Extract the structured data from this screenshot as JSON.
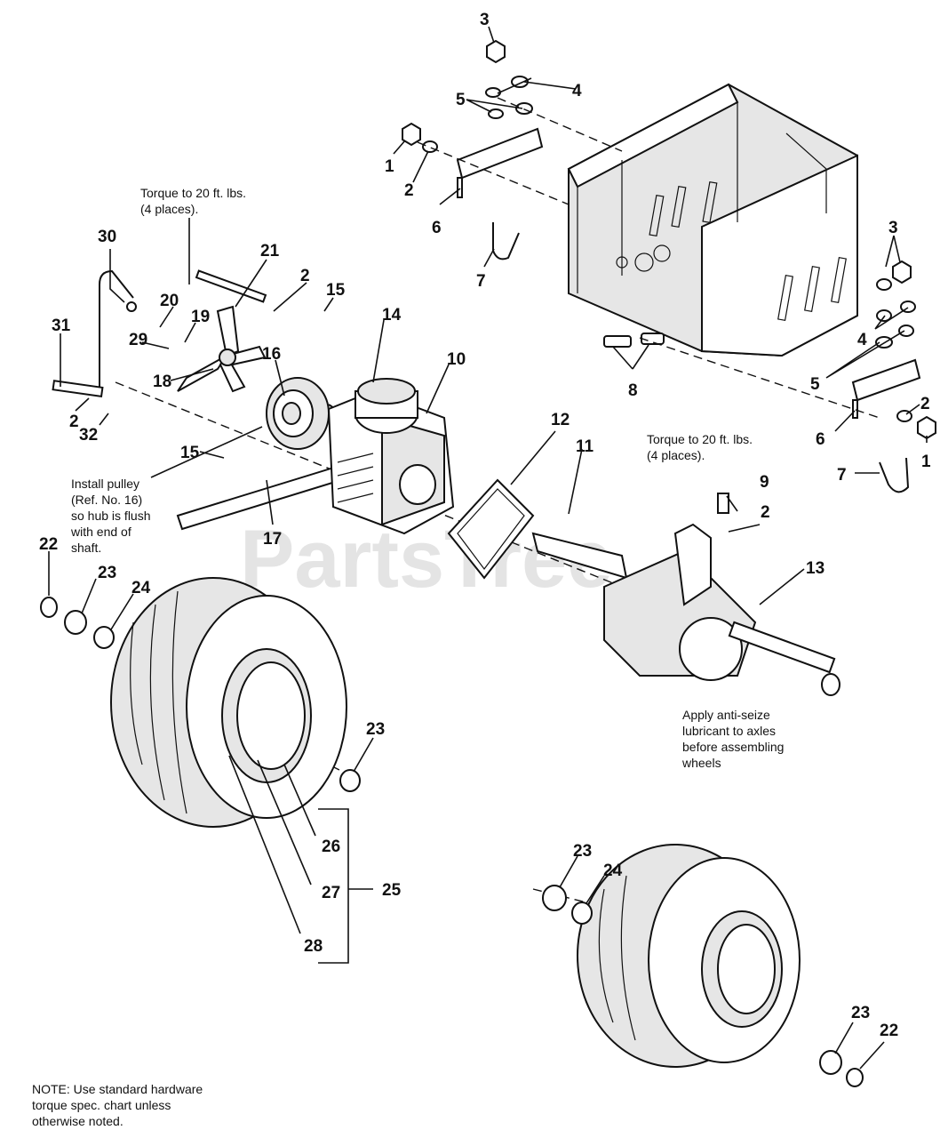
{
  "watermark": "PartsTree",
  "notes": {
    "torque_top": "Torque to 20 ft. lbs.\n(4 places).",
    "torque_right": "Torque to 20 ft. lbs.\n(4 places).",
    "install_pulley": "Install pulley\n(Ref. No. 16)\nso hub is flush\nwith end of\nshaft.",
    "anti_seize": "Apply anti-seize\nlubricant to axles\nbefore assembling\nwheels",
    "footer": "NOTE: Use standard hardware\ntorque spec. chart unless\notherwise noted."
  },
  "callouts": {
    "c1a": "1",
    "c1b": "1",
    "c2a": "2",
    "c2b": "2",
    "c2c": "2",
    "c2d": "2",
    "c2e": "2",
    "c3a": "3",
    "c3b": "3",
    "c4a": "4",
    "c4b": "4",
    "c5a": "5",
    "c5b": "5",
    "c6a": "6",
    "c6b": "6",
    "c7a": "7",
    "c7b": "7",
    "c8": "8",
    "c9": "9",
    "c10": "10",
    "c11": "11",
    "c12": "12",
    "c13": "13",
    "c14": "14",
    "c15a": "15",
    "c15b": "15",
    "c16": "16",
    "c17": "17",
    "c18": "18",
    "c19": "19",
    "c20": "20",
    "c21": "21",
    "c22a": "22",
    "c22b": "22",
    "c23a": "23",
    "c23b": "23",
    "c23c": "23",
    "c23d": "23",
    "c24a": "24",
    "c24b": "24",
    "c25": "25",
    "c26": "26",
    "c27": "27",
    "c28": "28",
    "c29": "29",
    "c30": "30",
    "c31": "31",
    "c32": "32"
  }
}
